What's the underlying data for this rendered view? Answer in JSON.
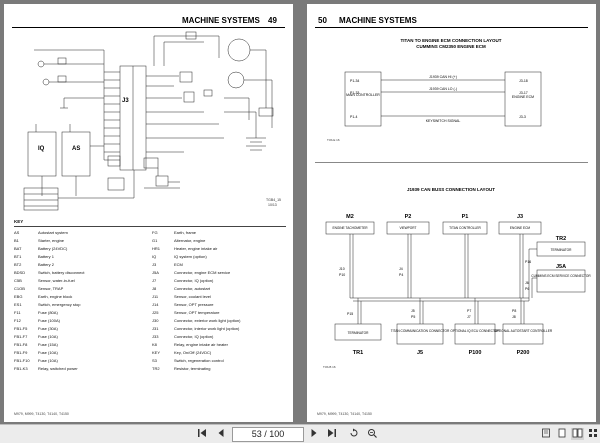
{
  "left_page": {
    "header_title": "MACHINE SYSTEMS",
    "page_number": "49",
    "diagram_labels": {
      "j3": "J3",
      "iq": "IQ",
      "as": "AS",
      "ref": "TGB4_15",
      "ref2": "10/13"
    },
    "key_heading": "KEY",
    "key_left": [
      {
        "code": "AS",
        "desc": "Autostart system"
      },
      {
        "code": "B1",
        "desc": "Starter, engine"
      },
      {
        "code": "BAT",
        "desc": "Battery (24VDC)"
      },
      {
        "code": "BT1",
        "desc": "Battery 1"
      },
      {
        "code": "BT2",
        "desc": "Battery 2"
      },
      {
        "code": "BDSD",
        "desc": "Switch, battery disconnect"
      },
      {
        "code": "C5B",
        "desc": "Sensor, water-in-fuel"
      },
      {
        "code": "C1OB",
        "desc": "Sensor, TRAP"
      },
      {
        "code": "EBG",
        "desc": "Earth, engine block"
      },
      {
        "code": "ES1",
        "desc": "Switch, emergency stop"
      },
      {
        "code": "F11",
        "desc": "Fuse (80A)"
      },
      {
        "code": "F12",
        "desc": "Fuse (100A)"
      },
      {
        "code": "FB1-F5",
        "desc": "Fuse (30A)"
      },
      {
        "code": "FB1-F7",
        "desc": "Fuse (10A)"
      },
      {
        "code": "FB1-F8",
        "desc": "Fuse (15A)"
      },
      {
        "code": "FB1-F9",
        "desc": "Fuse (10A)"
      },
      {
        "code": "FB1-F10",
        "desc": "Fuse (10A)"
      },
      {
        "code": "FB1-K3",
        "desc": "Relay, switched power"
      }
    ],
    "key_right": [
      {
        "code": "FG",
        "desc": "Earth, frame"
      },
      {
        "code": "G1",
        "desc": "Alternator, engine"
      },
      {
        "code": "HR1",
        "desc": "Heater, engine intake air"
      },
      {
        "code": "IQ",
        "desc": "IQ system (option)"
      },
      {
        "code": "J3",
        "desc": "ECM"
      },
      {
        "code": "J5A",
        "desc": "Connector, engine ECM service"
      },
      {
        "code": "J7",
        "desc": "Connector, IQ (option)"
      },
      {
        "code": "J8",
        "desc": "Connector, autostart"
      },
      {
        "code": "J11",
        "desc": "Sensor, coolant level"
      },
      {
        "code": "J14",
        "desc": "Sensor, OPT pressure"
      },
      {
        "code": "J25",
        "desc": "Sensor, OPT temperature"
      },
      {
        "code": "J30",
        "desc": "Connector, exterior work light (option)"
      },
      {
        "code": "J31",
        "desc": "Connector, interior work light (option)"
      },
      {
        "code": "J33",
        "desc": "Connector, IQ (option)"
      },
      {
        "code": "K8",
        "desc": "Relay, engine intake air heater"
      },
      {
        "code": "KEY",
        "desc": "Key, On/Off (24VDC)"
      },
      {
        "code": "S3",
        "desc": "Switch, regeneration control"
      },
      {
        "code": "TR2",
        "desc": "Resistor, terminating"
      }
    ],
    "footer": "M979, M999, T4130, T4140, T4150"
  },
  "right_page": {
    "page_number": "50",
    "header_title": "MACHINE SYSTEMS",
    "diagram1": {
      "title_line1": "TITAN TO ENGINE ECM CONNECTION LAYOUT",
      "title_line2": "CUMMINS CM2350 ENGINE ECM",
      "left_box": "MAIN CONTROLLER",
      "right_box": "ENGINE ECM",
      "pins_left": [
        "P1-34",
        "P1-33",
        "P1-4"
      ],
      "pins_right": [
        "J3-18",
        "J3-17",
        "J3-3"
      ],
      "wire1": "J1939 CAN HI (+)",
      "wire2": "J1939 CAN LO (-)",
      "signal": "KEYSWITCH SIGNAL",
      "ref": "T4S.E 16"
    },
    "diagram2": {
      "title": "J1939 CAN BUSS CONNECTION LAYOUT",
      "top_ids": [
        "M2",
        "P2",
        "P1",
        "J3"
      ],
      "top_boxes": [
        "ENGINE TACHOMETER",
        "VIEWPORT",
        "TITAN CONTROLLER",
        "ENGINE ECM"
      ],
      "tr2_id": "TR2",
      "tr2_box": "TERMINATOR",
      "j5a_id": "J5A",
      "j5a_box": "CUMMINS ECM SERVICE CONNECTOR",
      "bottom_boxes": [
        "TERMINATOR",
        "TITAN COMMUNICATION CONNECTOR",
        "OPTIONAL IQ ECU CONNECTOR",
        "OPTIONAL AUTOSTART CONTROLLER"
      ],
      "bottom_ids": [
        "TR1",
        "J5",
        "P100",
        "P200"
      ],
      "pin_labels": {
        "j10": "J10",
        "p10": "P10",
        "j4": "J4",
        "p4": "P4",
        "p16": "P16",
        "j6": "J6",
        "p6": "P6",
        "p15": "P15",
        "j5p5": "J5",
        "p5": "P5",
        "p7": "P7",
        "j7": "J7",
        "p8": "P8",
        "j8": "J8"
      },
      "ref": "T4S.B 16"
    },
    "footer": "M979, M999, T4130, T4140, T4150"
  },
  "toolbar": {
    "page_value": "53 / 100"
  }
}
